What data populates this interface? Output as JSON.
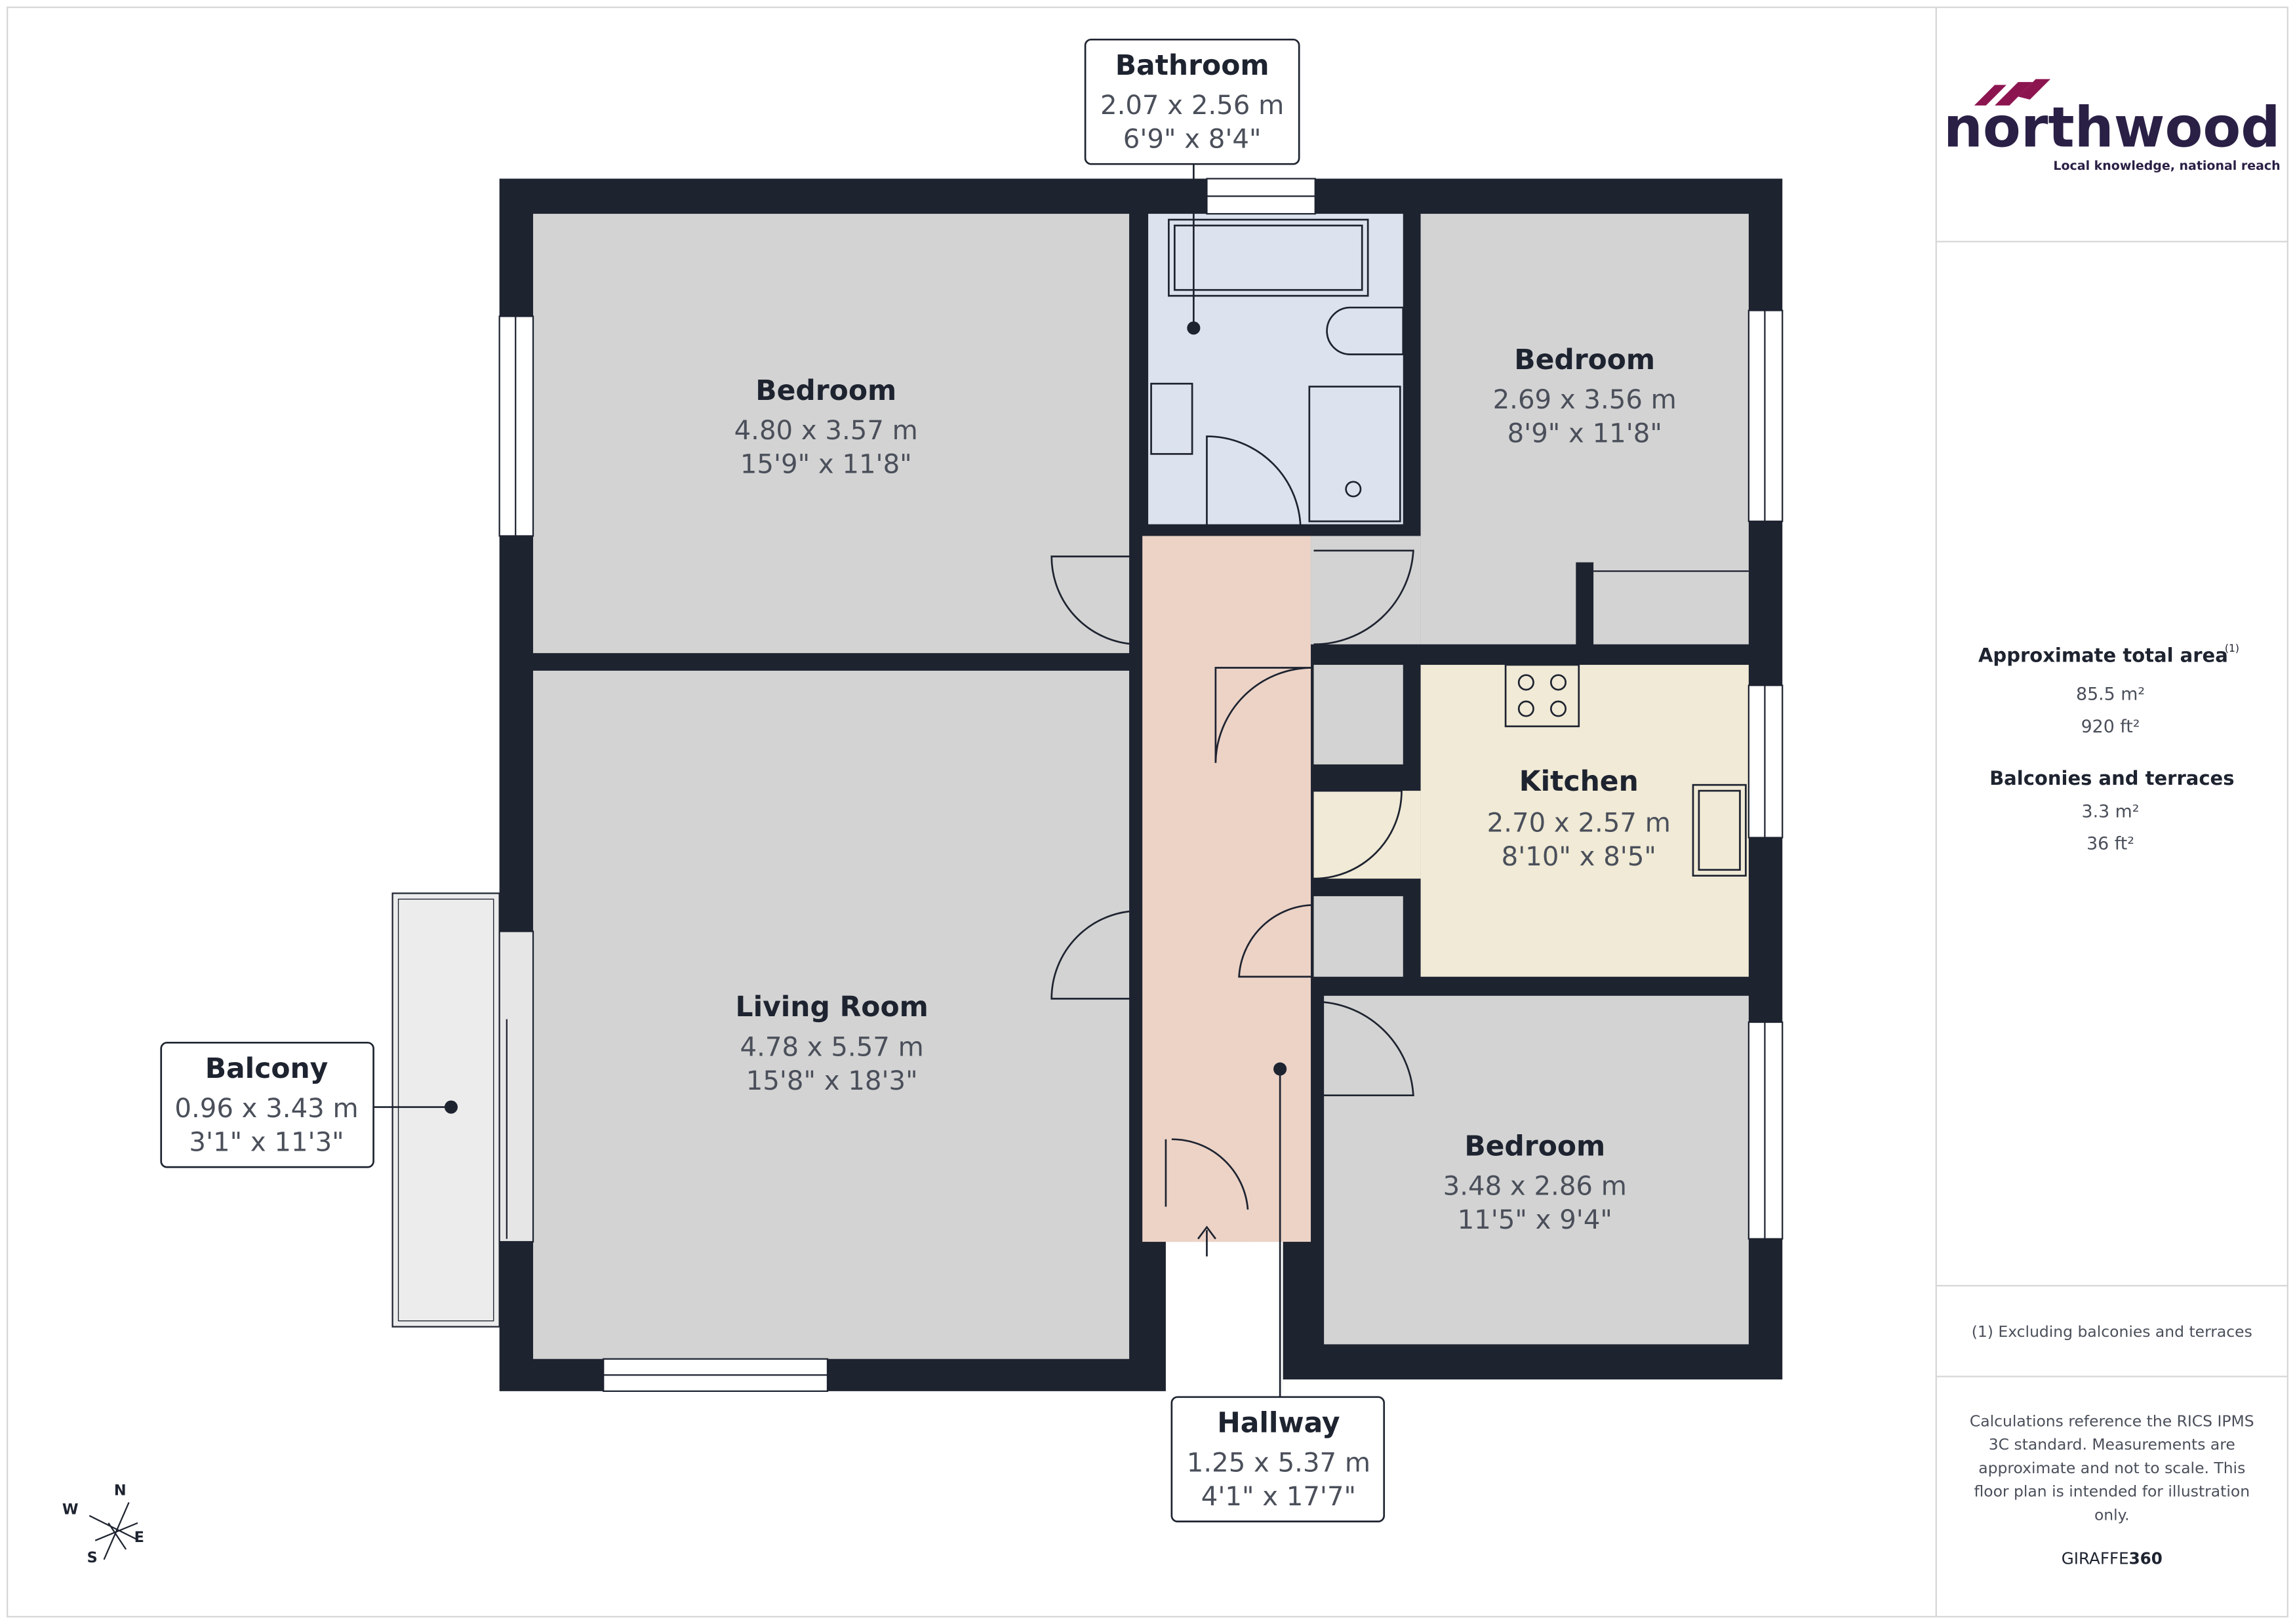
{
  "brand": {
    "name": "northwood",
    "tagline": "Local knowledge, national reach",
    "colors": {
      "primary": "#2a1f45",
      "accent": "#8c1550"
    }
  },
  "rooms": {
    "bedroom_1": {
      "name": "Bedroom",
      "metric": "4.80 x 3.57 m",
      "imperial": "15'9\" x 11'8\""
    },
    "bathroom": {
      "name": "Bathroom",
      "metric": "2.07 x 2.56 m",
      "imperial": "6'9\" x 8'4\""
    },
    "bedroom_2": {
      "name": "Bedroom",
      "metric": "2.69 x 3.56 m",
      "imperial": "8'9\" x 11'8\""
    },
    "kitchen": {
      "name": "Kitchen",
      "metric": "2.70 x 2.57 m",
      "imperial": "8'10\" x 8'5\""
    },
    "living_room": {
      "name": "Living Room",
      "metric": "4.78 x 5.57 m",
      "imperial": "15'8\" x 18'3\""
    },
    "bedroom_3": {
      "name": "Bedroom",
      "metric": "3.48 x 2.86 m",
      "imperial": "11'5\" x 9'4\""
    },
    "balcony": {
      "name": "Balcony",
      "metric": "0.96 x 3.43 m",
      "imperial": "3'1\" x 11'3\""
    },
    "hallway": {
      "name": "Hallway",
      "metric": "1.25 x 5.37 m",
      "imperial": "4'1\" x 17'7\""
    }
  },
  "room_colors": {
    "walls": "#1e2330",
    "rooms": "#d3d3d3",
    "bathroom": "#dde3ee",
    "hallway": "#ecd3c6",
    "kitchen": "#f0ead6",
    "balcony": "#ececec"
  },
  "compass": {
    "n": "N",
    "e": "E",
    "s": "S",
    "w": "W"
  },
  "panel": {
    "total_title": "Approximate total area",
    "total_sup": "(1)",
    "total_m2": "85.5 m²",
    "total_ft2": "920 ft²",
    "balc_title": "Balconies and terraces",
    "balc_m2": "3.3 m²",
    "balc_ft2": "36 ft²",
    "footnote": "(1) Excluding balconies and terraces",
    "disclaimer": [
      "Calculations reference the RICS IPMS",
      "3C standard. Measurements are",
      "approximate and not to scale. This",
      "floor plan is intended for illustration",
      "only."
    ],
    "credit_a": "GIRAFFE",
    "credit_b": "360"
  }
}
